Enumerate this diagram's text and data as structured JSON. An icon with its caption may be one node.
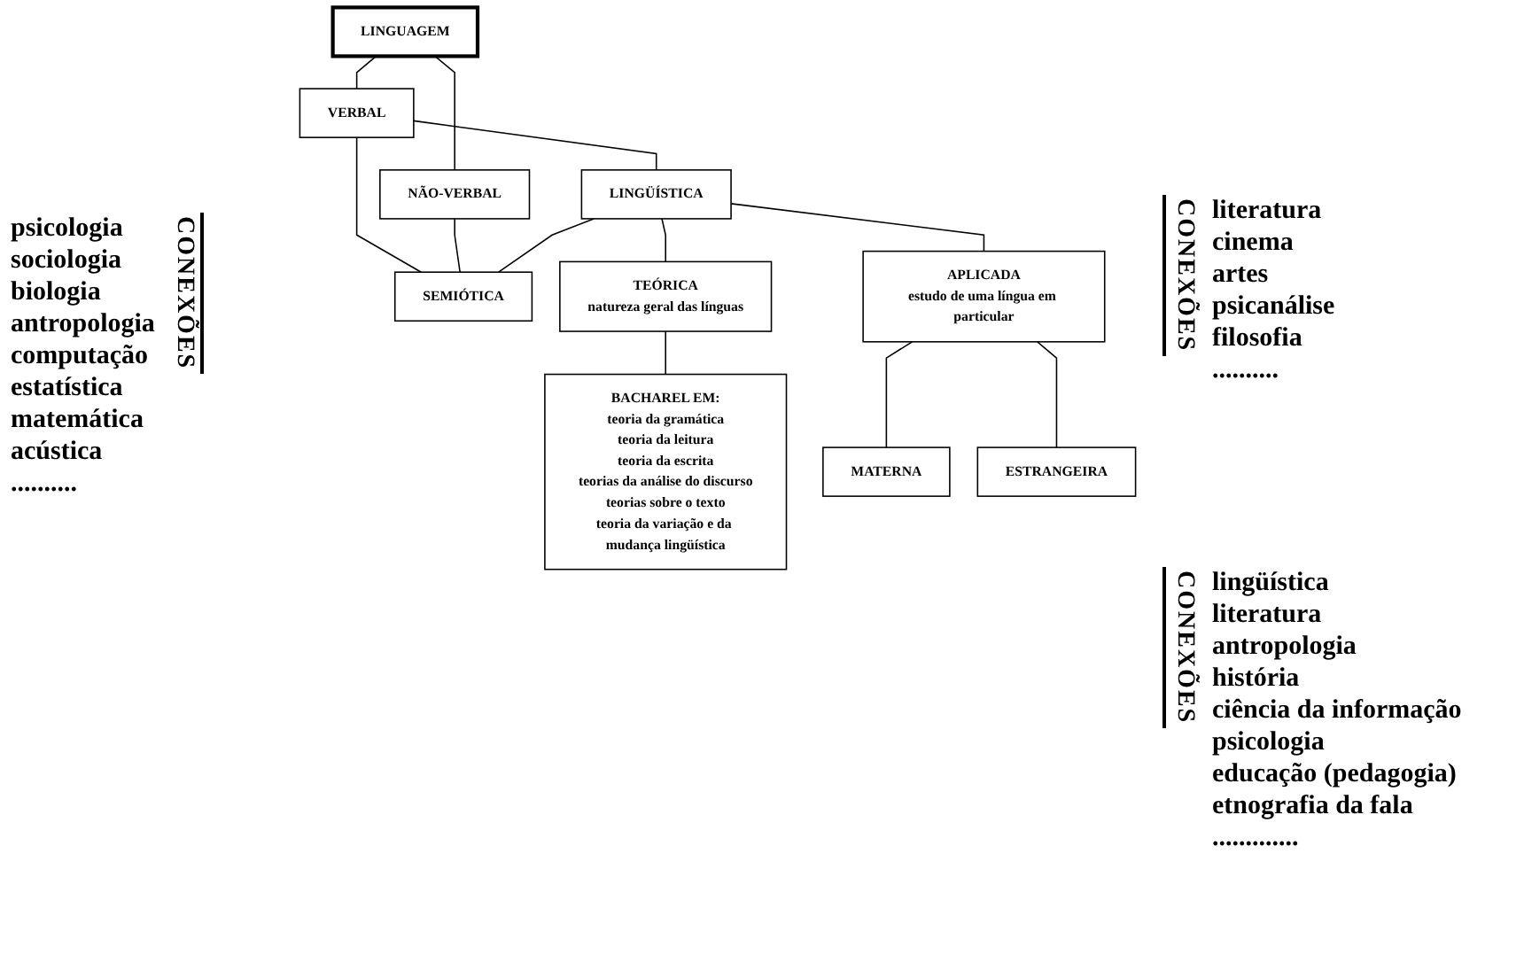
{
  "diagram": {
    "nodes": [
      {
        "text": [
          "LINGUAGEM"
        ]
      },
      {
        "text": [
          "VERBAL"
        ]
      },
      {
        "text": [
          "NÃO-VERBAL"
        ]
      },
      {
        "text": [
          "LINGÜÍSTICA"
        ]
      },
      {
        "text": [
          "SEMIÓTICA"
        ]
      },
      {
        "text": [
          "TEÓRICA",
          "natureza geral das línguas"
        ]
      },
      {
        "text": [
          "APLICADA",
          "estudo de uma língua em particular"
        ]
      },
      {
        "text": [
          "MATERNA"
        ]
      },
      {
        "text": [
          "ESTRANGEIRA"
        ]
      },
      {
        "text": [
          "BACHAREL EM:",
          "teoria da gramática",
          "teoria da leitura",
          "teoria da escrita",
          "teorias da análise do discurso",
          "teorias sobre o texto",
          "teoria da variação e da mudança lingüística"
        ]
      }
    ],
    "edges": [
      {
        "from": 0,
        "to": 1,
        "arrow": "none"
      },
      {
        "from": 0,
        "to": 2,
        "arrow": "none"
      },
      {
        "from": 1,
        "to": 3,
        "arrow": "none"
      },
      {
        "from": 1,
        "to": 4,
        "arrow": "none"
      },
      {
        "from": 2,
        "to": 4,
        "arrow": "none"
      },
      {
        "from": 3,
        "to": 4,
        "arrow": "none"
      },
      {
        "from": 3,
        "to": 5,
        "arrow": "none"
      },
      {
        "from": 3,
        "to": 6,
        "arrow": "none"
      },
      {
        "from": 5,
        "to": 9,
        "arrow": "none"
      },
      {
        "from": 6,
        "to": 7,
        "arrow": "none"
      },
      {
        "from": 6,
        "to": 8,
        "arrow": "none"
      }
    ],
    "labels": [
      "psicologia",
      "sociologia",
      "biologia",
      "antropologia",
      "computação",
      "estatística",
      "matemática",
      "acústica",
      "..........",
      "CONEXÕES",
      "CONEXÕES",
      "literatura",
      "cinema",
      "artes",
      "psicanálise",
      "filosofia",
      "..........",
      "CONEXÕES",
      "lingüística",
      "literatura",
      "antropologia",
      "história",
      "ciência da informação",
      "psicologia",
      "educação (pedagogia)",
      "etnografia da fala",
      "............."
    ]
  }
}
